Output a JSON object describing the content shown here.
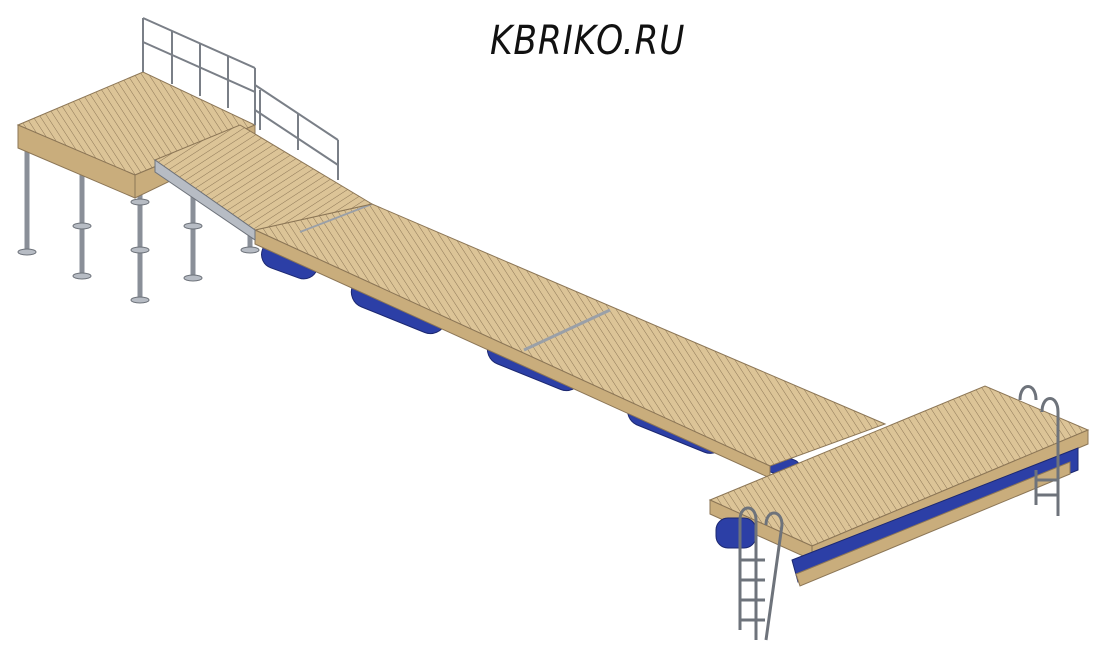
{
  "watermark": {
    "text": "KBRIKO.RU"
  },
  "colors": {
    "deck_top": "#dcc497",
    "deck_side": "#c9ad7c",
    "board_line": "#8c7656",
    "float": "#2c3fa6",
    "metal": "#8a8f98",
    "railing": "#7a7f87"
  },
  "illustration": {
    "subject_icons": [
      "floating-pontoon-pier",
      "pile-platform",
      "gangway",
      "ladder",
      "railing"
    ]
  }
}
